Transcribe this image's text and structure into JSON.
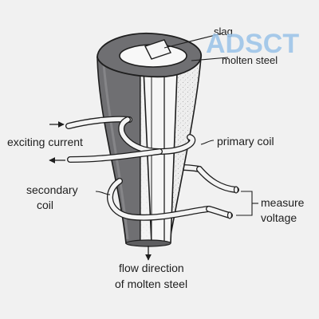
{
  "logo": {
    "text": "ADSCT",
    "color_light": "#9cc4e8",
    "color_dark": "#3a78b7"
  },
  "labels": {
    "slag": "slag",
    "molten_steel_top": "molten steel",
    "exciting_current": "exciting current",
    "primary_coil": "primary coil",
    "secondary_coil_line1": "secondary",
    "secondary_coil_line2": "coil",
    "measure_voltage_line1": "measure",
    "measure_voltage_line2": "voltage",
    "flow_direction_line1": "flow direction",
    "flow_direction_line2": "of molten steel"
  },
  "colors": {
    "background": "#f1f1f1",
    "outline": "#1e1e1e",
    "shell": "#6f6f72",
    "refractory": "#ececec",
    "steel_channel": "#dcdcdc",
    "cable": "#f4f4f4"
  }
}
